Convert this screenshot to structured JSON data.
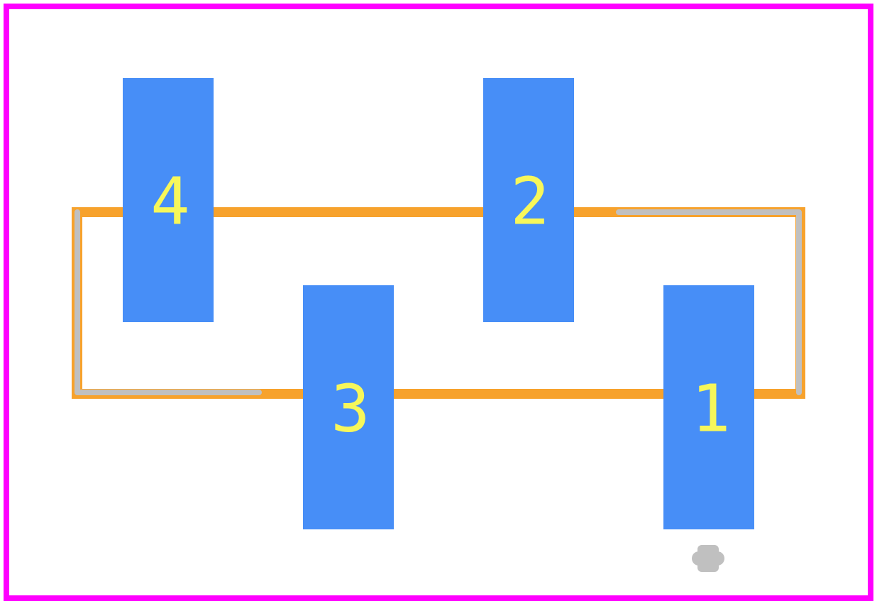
{
  "colors": {
    "boundary": "#ff00ff",
    "pad": "#478ef7",
    "pad_label": "#f7f75a",
    "fab_outline": "#f7a22c",
    "silkscreen": "#c0c0c0",
    "background": "#ffffff"
  },
  "pads": [
    {
      "id": "pad-4",
      "label": "4"
    },
    {
      "id": "pad-2",
      "label": "2"
    },
    {
      "id": "pad-3",
      "label": "3"
    },
    {
      "id": "pad-1",
      "label": "1"
    }
  ],
  "pin1_marker": {
    "icon": "pin1-marker-icon"
  }
}
